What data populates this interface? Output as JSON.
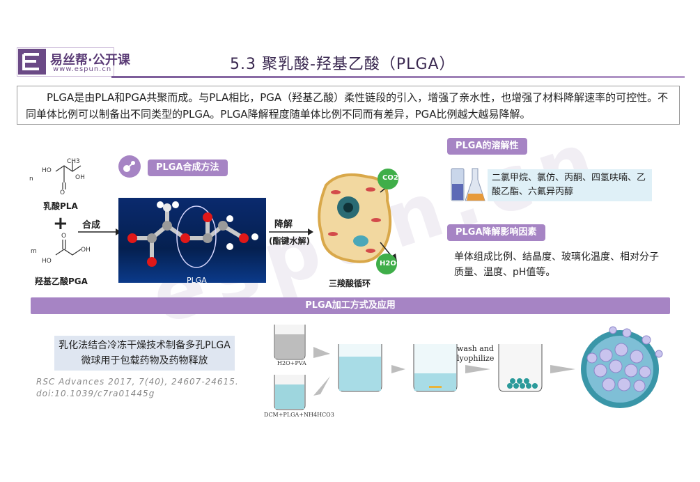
{
  "header": {
    "logo_cn": "易丝帮·公开课",
    "logo_url": "www.espun.cn",
    "title": "5.3 聚乳酸-羟基乙酸（PLGA）"
  },
  "intro": "PLGA是由PLA和PGA共聚而成。与PLA相比，PGA（羟基乙酸）柔性链段的引入，增强了亲水性，也增强了材料降解速率的可控性。不同单体比例可以制备出不同类型的PLGA。PLGA降解程度随单体比例不同而有差异，PGA比例越大越易降解。",
  "synthesis": {
    "pill": "PLGA合成方法",
    "monomer1": "乳酸PLA",
    "monomer2": "羟基乙酸PGA",
    "plus": "+",
    "arrow_label": "合成",
    "product": "PLGA",
    "n1": "n",
    "n2": "m",
    "chem": {
      "ho1": "HO",
      "oh1": "OH",
      "ch3": "CH3",
      "o1": "O",
      "ho2": "HO",
      "oh2": "OH",
      "o2": "O"
    }
  },
  "degradation": {
    "label": "降解",
    "sub": "(酯键水解)",
    "cycle": "三羧酸循环",
    "co2": "CO2",
    "h2o": "H2O"
  },
  "solubility": {
    "pill": "PLGA的溶解性",
    "text": "二氯甲烷、氯仿、丙酮、四氢呋喃、乙酸乙酯、六氟异丙醇"
  },
  "factors": {
    "pill": "PLGA降解影响因素",
    "text": "单体组成比例、结晶度、玻璃化温度、相对分子质量、温度、pH值等。"
  },
  "processing": {
    "banner": "PLGA加工方式及应用",
    "method": "乳化法结合冷冻干燥技术制备多孔PLGA微球用于包载药物及药物释放",
    "ref": "RSC Advances 2017, 7(40), 24607-24615. doi:10.1039/c7ra01445g",
    "beaker1": "H2O+PVA",
    "beaker2": "DCM+PLGA+NH4HCO3",
    "wash": "wash and lyophilize"
  },
  "watermark": "espun.cn",
  "colors": {
    "accent": "#a684c4",
    "title": "#3a2850",
    "sol_bg": "#dff0f7",
    "method_bg": "#dfe6f1"
  }
}
